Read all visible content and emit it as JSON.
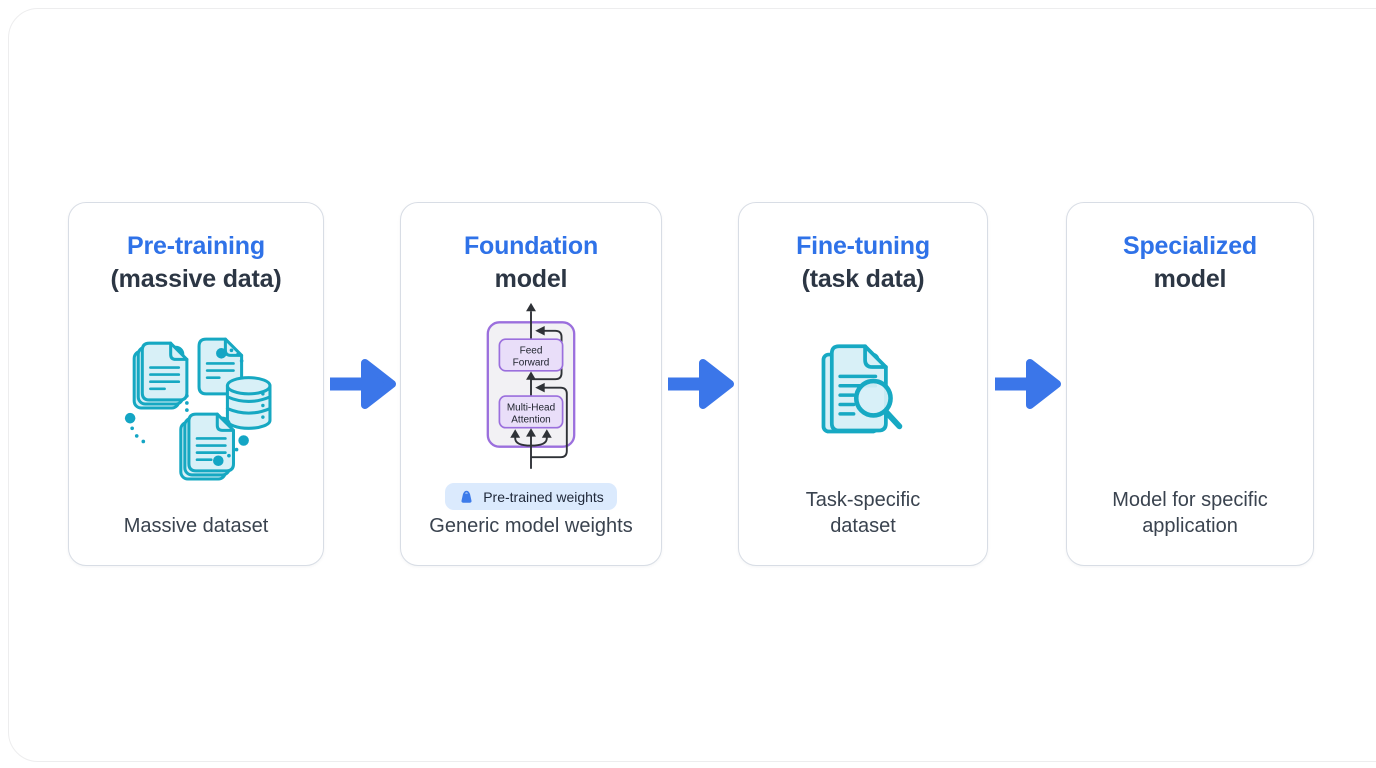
{
  "colors": {
    "accent_blue": "#2f72e8",
    "arrow_blue": "#3b76e9",
    "teal_stroke": "#16a8c2",
    "teal_fill": "#d8f0f7",
    "purple_border": "#9b6fdd",
    "purple_fill": "#e9def9",
    "transformer_bg": "#f2f1f4",
    "badge_bg": "#dbeafd",
    "badge_icon_blue": "#3d7bea",
    "dark_text": "#2c3644",
    "caption_text": "#3a434f",
    "card_border": "#d8dde5"
  },
  "flow": {
    "cards": [
      {
        "title": "Pre-training",
        "subtitle": "(massive data)",
        "caption": "Massive dataset",
        "icon": "documents-database-icon"
      },
      {
        "title": "Foundation",
        "subtitle": "model",
        "caption": "Generic model weights",
        "badge_label": "Pre-trained weights",
        "transformer": {
          "top_box_line1": "Feed",
          "top_box_line2": "Forward",
          "bottom_box_line1": "Multi-Head",
          "bottom_box_line2": "Attention"
        }
      },
      {
        "title": "Fine-tuning",
        "subtitle": "(task data)",
        "caption": "Task-specific dataset",
        "icon": "document-search-icon"
      },
      {
        "title": "Specialized",
        "subtitle": "model",
        "caption": "Model for specific application"
      }
    ]
  }
}
